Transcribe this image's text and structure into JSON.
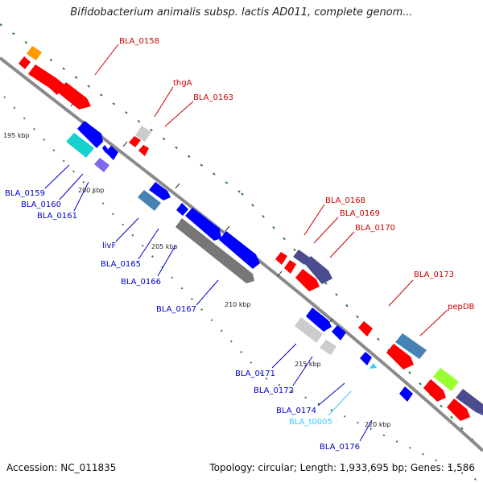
{
  "title": "Bifidobacterium animalis subsp. lactis AD011, complete genom...",
  "footer": {
    "accession": "Accession: NC_011835",
    "stats": "Topology: circular; Length: 1,933,695 bp; Genes: 1,586"
  },
  "colors": {
    "backbone": "#8a8a8a",
    "red": "#ff0000",
    "blue": "#0000ff",
    "cyan": "#19d0d0",
    "orange": "#ff9900",
    "gray_light": "#cccccc",
    "gray_dark": "#777777",
    "steelblue": "#4682b4",
    "slate": "#4b4b8f",
    "purple": "#7b68ee",
    "lime": "#99ff33",
    "lightcyan": "#33ccff",
    "tick_green": "#2e7d32",
    "label_red": "#cc0000",
    "label_blue": "#0000cc",
    "label_cyan": "#33ccff"
  },
  "ticks": [
    "195 kbp",
    "200 kbp",
    "205 kbp",
    "210 kbp",
    "215 kbp",
    "220 kbp"
  ],
  "genes_red": [
    "BLA_0158",
    "thgA",
    "BLA_0163",
    "BLA_0168",
    "BLA_0169",
    "BLA_0170",
    "BLA_0173",
    "pepDB"
  ],
  "genes_blue": [
    "BLA_0159",
    "BLA_0160",
    "BLA_0161",
    "livF",
    "BLA_0165",
    "BLA_0166",
    "BLA_0167",
    "BLA_0171",
    "BLA_0172",
    "BLA_0174",
    "BLA_0176"
  ],
  "genes_cyan": [
    "BLA_t0005"
  ]
}
